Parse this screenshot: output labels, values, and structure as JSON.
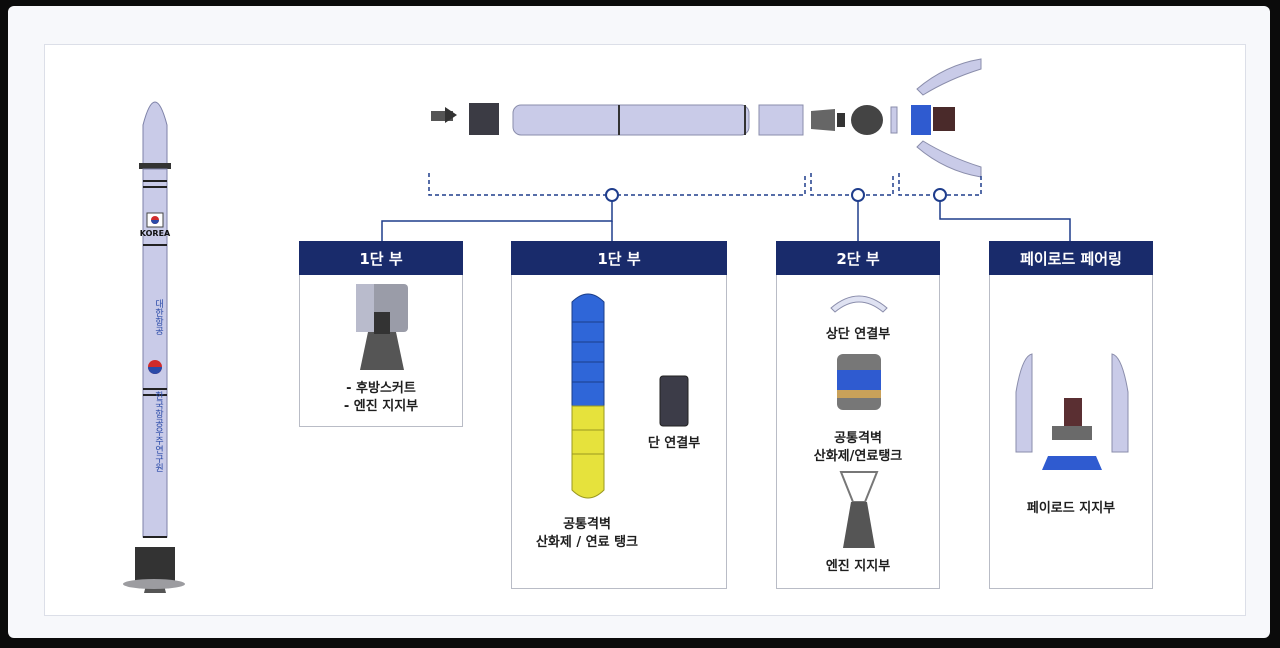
{
  "rocket": {
    "flag_text": "KOREA",
    "side_text_1": "대한항공",
    "side_text_2": "한국항공우주연구원"
  },
  "sections": [
    {
      "title": "1단 부",
      "items": [
        "- 후방스커트",
        "- 엔진 지지부"
      ]
    },
    {
      "title": "1단 부",
      "items": [
        "공통격벽",
        "산화제 / 연료 탱크",
        "단 연결부"
      ]
    },
    {
      "title": "2단 부",
      "items": [
        "상단 연결부",
        "공통격벽",
        "산화제/연료탱크",
        "엔진 지지부"
      ]
    },
    {
      "title": "페이로드 페어링",
      "items": [
        "페이로드 지지부"
      ]
    }
  ],
  "colors": {
    "header": "#192b6b",
    "rocket_body": "#c9cbe8",
    "tank_blue": "#2f66d8",
    "tank_yellow": "#e6e23c",
    "connector": "#1f3d8c"
  }
}
